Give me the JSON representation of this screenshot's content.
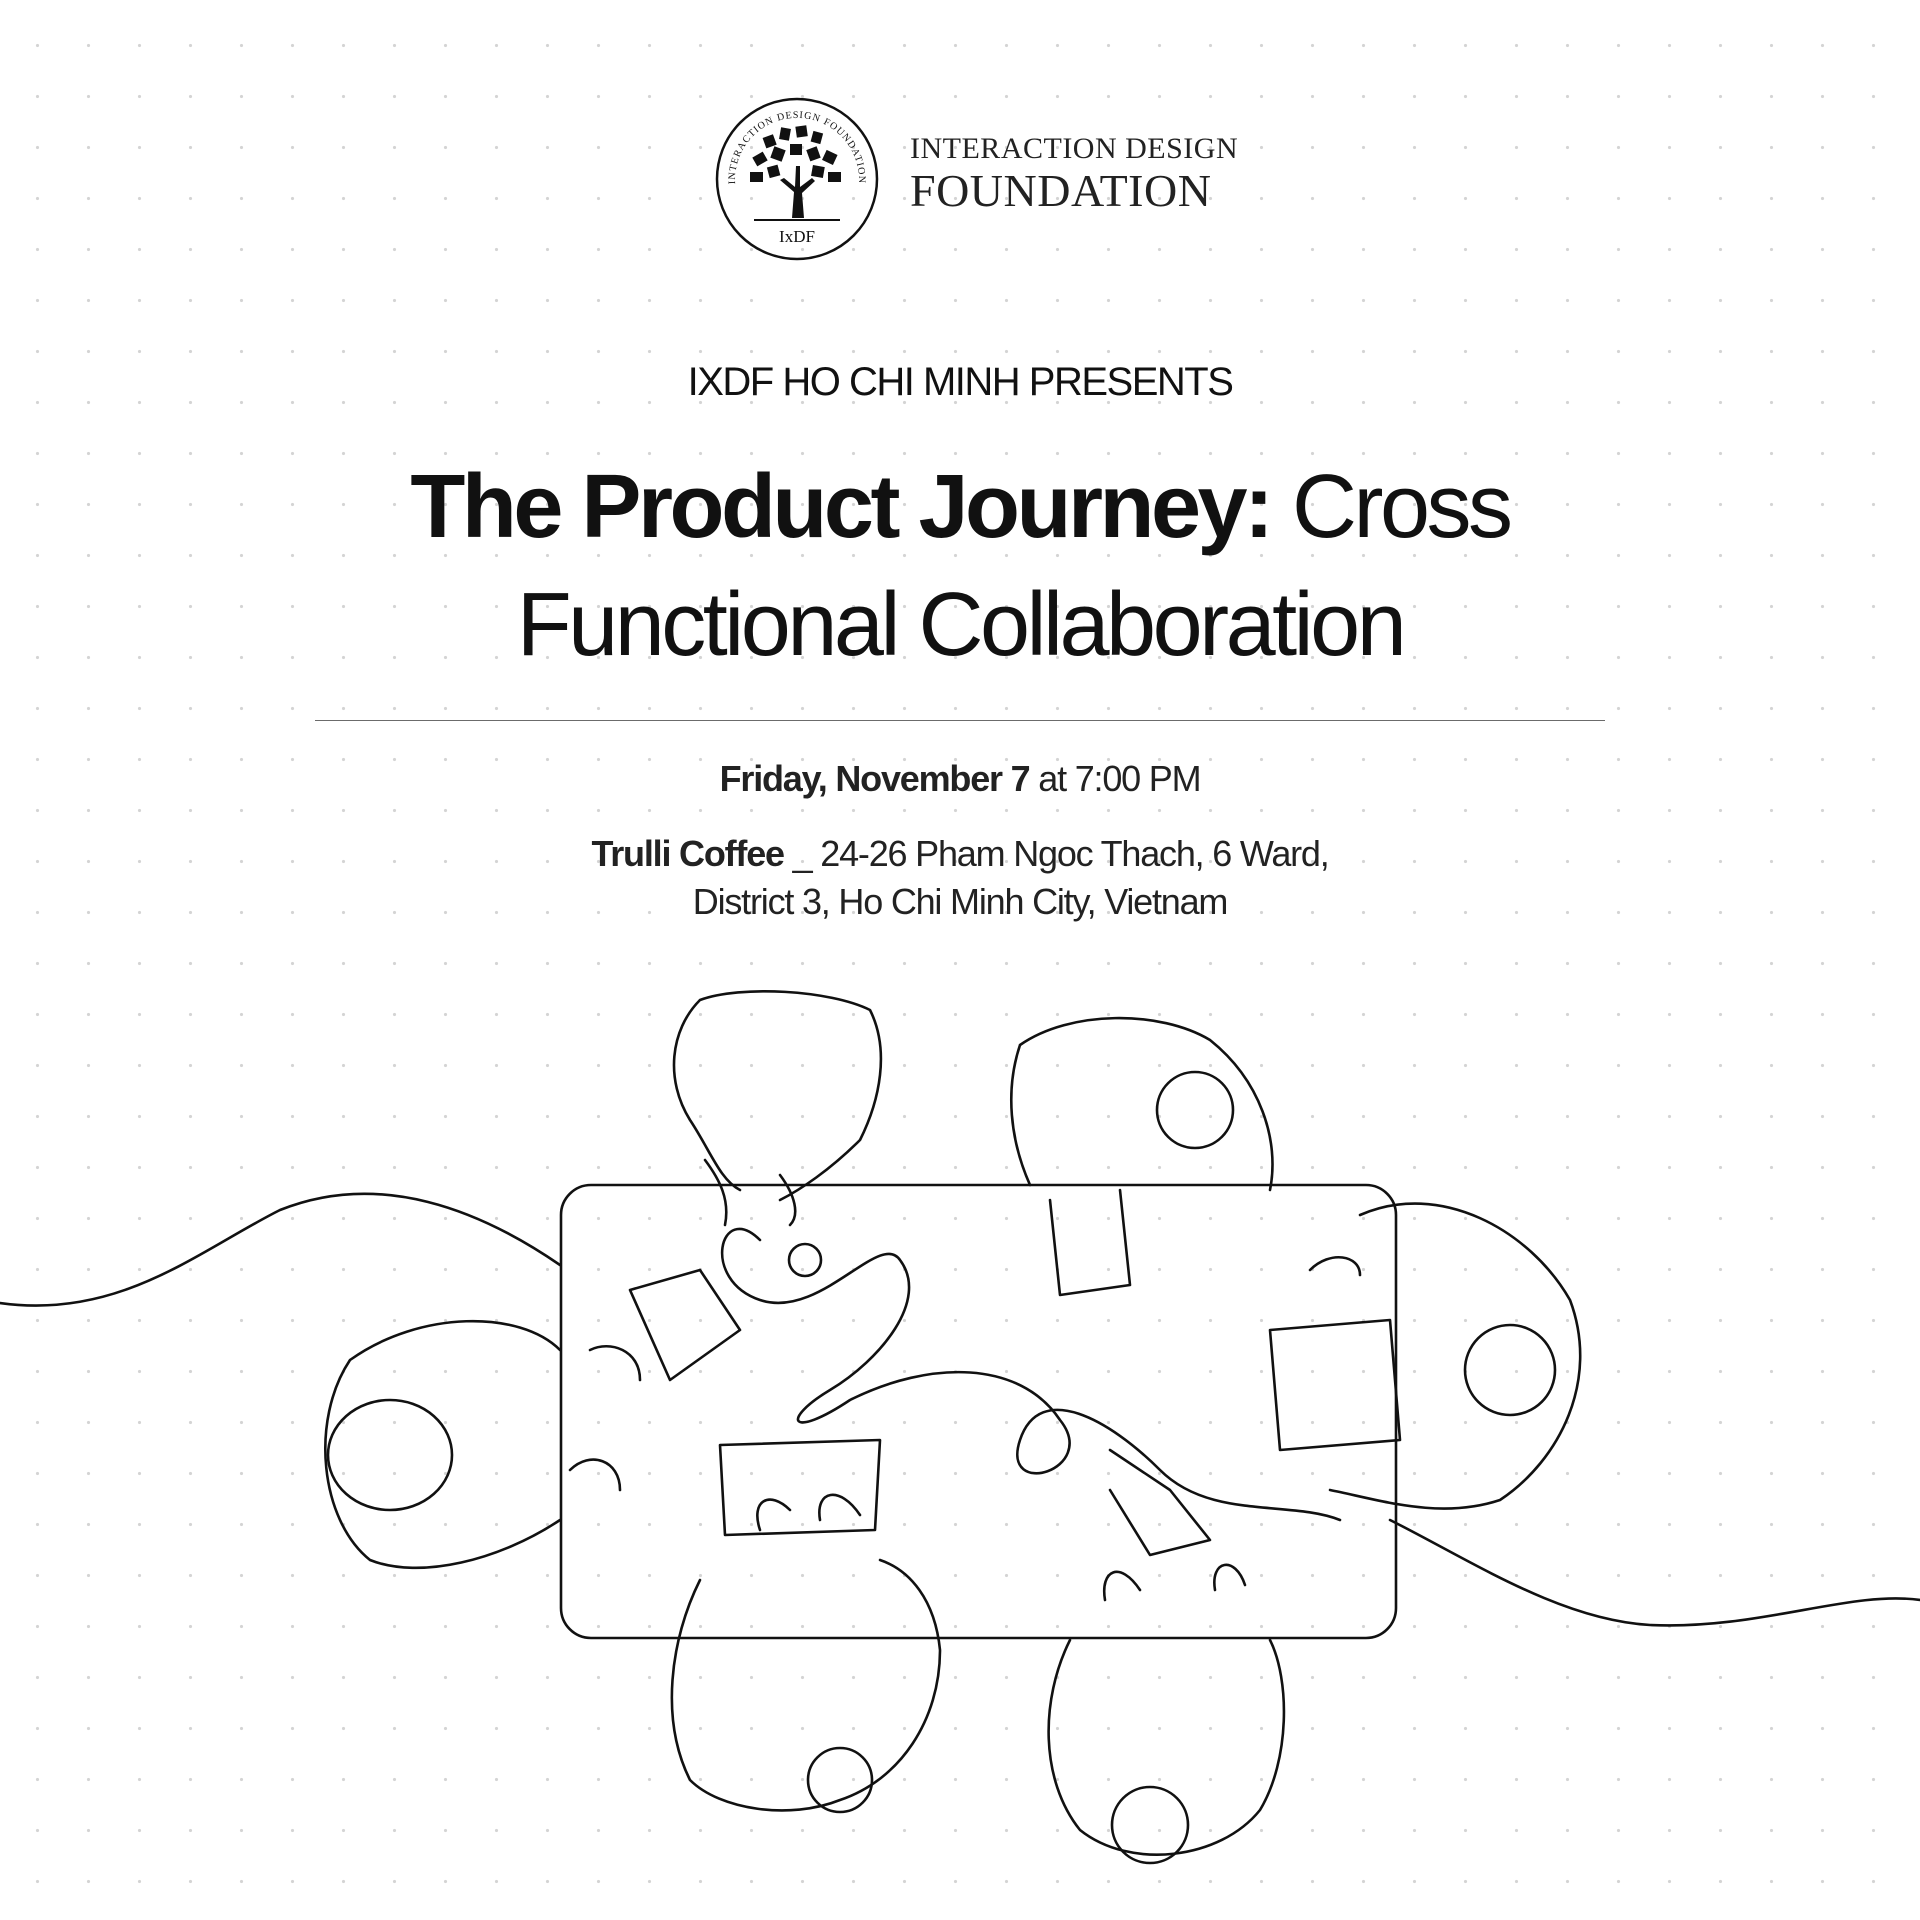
{
  "logo": {
    "seal_text": "INTERACTION DESIGN FOUNDATION",
    "seal_abbrev": "IxDF",
    "line1": "INTERACTION DESIGN",
    "line2": "FOUNDATION"
  },
  "event": {
    "presenter": "IXDF HO CHI MINH PRESENTS",
    "title_bold": "The Product Journey:",
    "title_rest_line1": " Cross",
    "title_line2": "Functional Collaboration",
    "date_bold": "Friday, November 7",
    "time": " at 7:00 PM",
    "venue_name": "Trulli Coffee",
    "address_line1": " _ 24-26 Pham Ngoc Thach, 6 Ward,",
    "address_line2": "District 3, Ho Chi Minh City, Vietnam"
  },
  "colors": {
    "text": "#111111",
    "background": "#ffffff",
    "dots": "#d4d4d4"
  }
}
